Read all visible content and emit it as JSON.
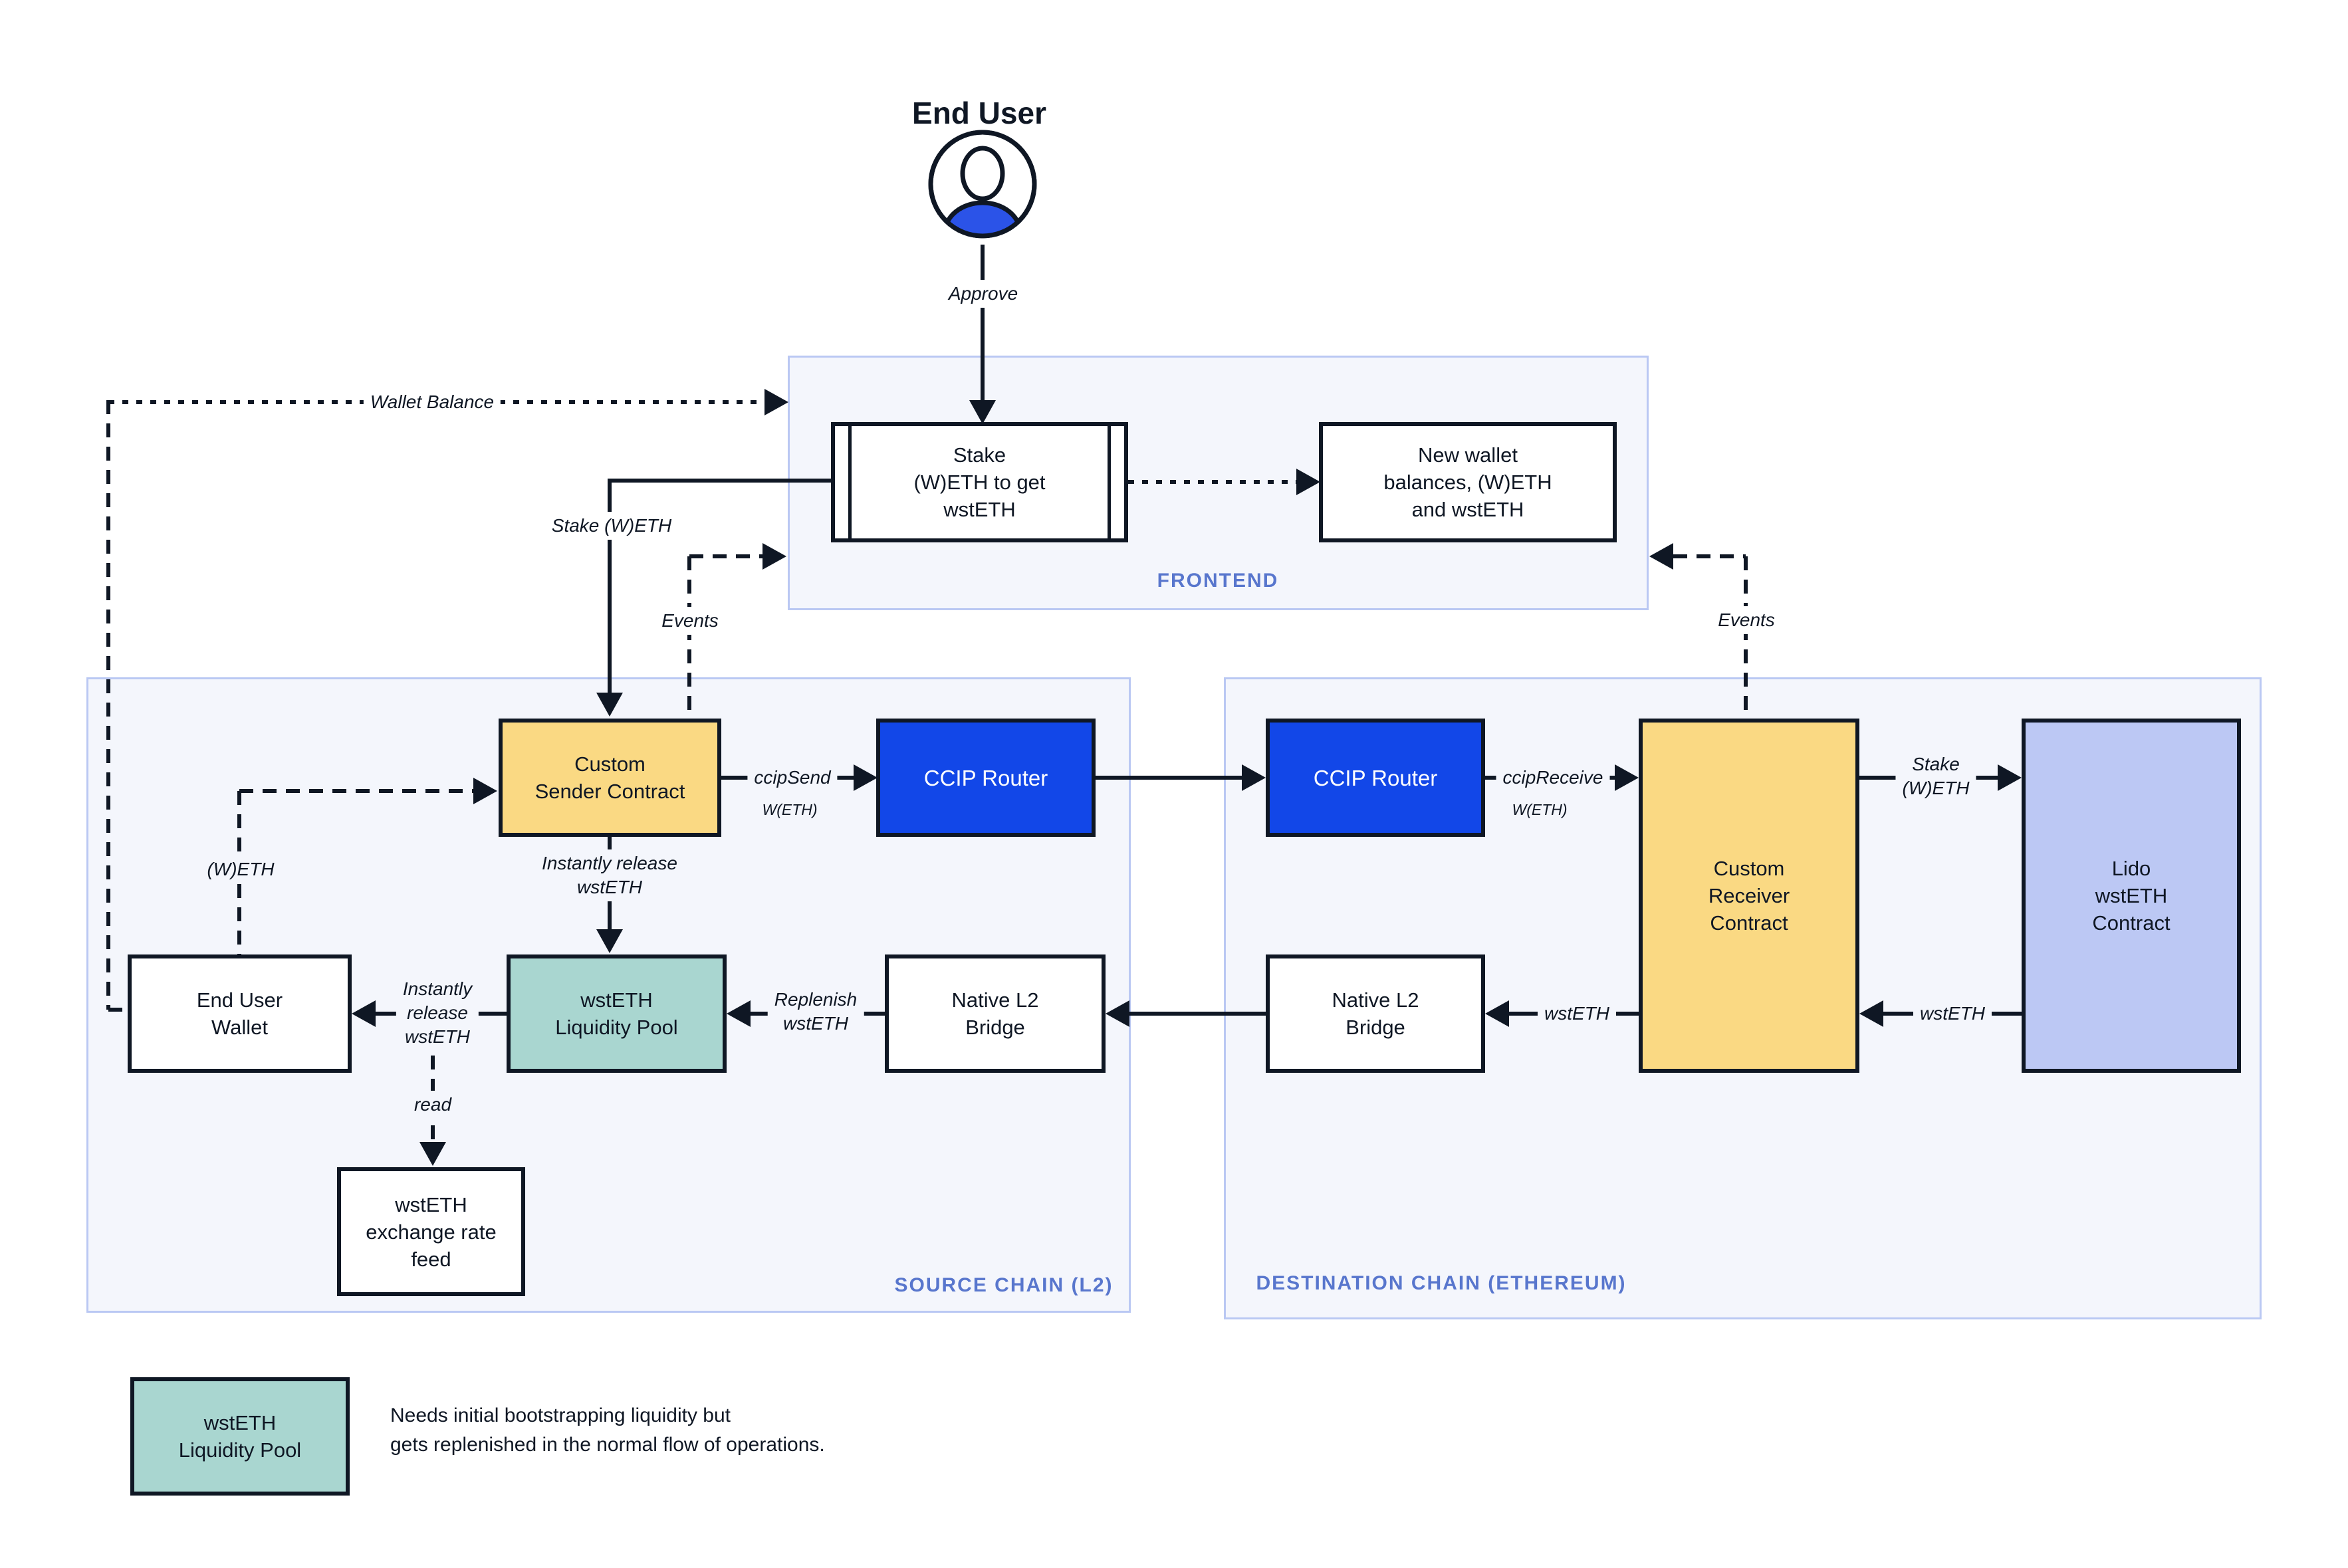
{
  "actor": {
    "title": "End User",
    "approve_label": "Approve"
  },
  "frontend": {
    "label": "FRONTEND",
    "stake_node": "Stake\n(W)ETH to get\nwstETH",
    "new_wallet_node": "New wallet\nbalances, (W)ETH\nand wstETH"
  },
  "source_chain": {
    "label": "SOURCE CHAIN (L2)",
    "nodes": {
      "custom_sender": "Custom\nSender Contract",
      "ccip_router": "CCIP Router",
      "end_user_wallet": "End User\nWallet",
      "liquidity_pool": "wstETH\nLiquidity Pool",
      "native_bridge": "Native L2\nBridge",
      "exchange_rate_feed": "wstETH\nexchange rate\nfeed"
    }
  },
  "destination_chain": {
    "label": "DESTINATION CHAIN (ETHEREUM)",
    "nodes": {
      "ccip_router": "CCIP Router",
      "custom_receiver": "Custom\nReceiver\nContract",
      "native_bridge": "Native L2\nBridge",
      "lido_contract": "Lido\nwstETH\nContract"
    }
  },
  "edge_labels": {
    "wallet_balance": "Wallet Balance",
    "stake_weth": "Stake (W)ETH",
    "events_source": "Events",
    "events_dest": "Events",
    "ccip_send": "ccipSend",
    "ccip_send_sub": "W(ETH)",
    "ccip_receive": "ccipReceive",
    "ccip_receive_sub": "W(ETH)",
    "instantly_release_vertical": "Instantly release\nwstETH",
    "instantly_release_horizontal": "Instantly\nrelease\nwstETH",
    "replenish": "Replenish\nwstETH",
    "read": "read",
    "weth": "(W)ETH",
    "stake_weth_dest": "Stake\n(W)ETH",
    "wsteth_to_receiver": "wstETH",
    "wsteth_to_bridge": "wstETH"
  },
  "legend": {
    "box_label": "wstETH\nLiquidity Pool",
    "text": "Needs initial bootstrapping liquidity but\ngets replenished in the normal flow of operations."
  },
  "colors": {
    "dark": "#0F1724",
    "yellow": "#FAD983",
    "ccip_blue": "#1247E8",
    "teal": "#A9D6D0",
    "lavender": "#BCC8F4",
    "container_bg": "#F4F6FC",
    "container_border": "#BAC8F3",
    "label_blue": "#5876CD",
    "person_blue": "#2B53E8"
  }
}
